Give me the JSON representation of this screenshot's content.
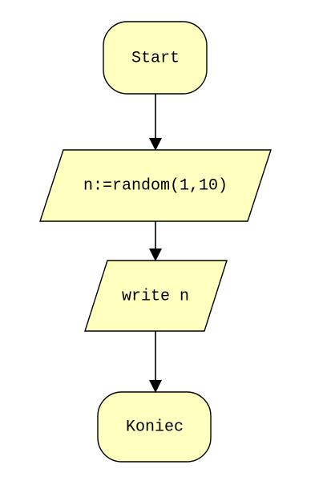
{
  "flowchart": {
    "colors": {
      "node_fill": "#ffffc0",
      "stroke": "#000000",
      "text": "#000000",
      "background": "#ffffff"
    },
    "nodes": [
      {
        "id": "start",
        "shape": "terminator",
        "label": "Start"
      },
      {
        "id": "assign",
        "shape": "input-output",
        "label": "n:=random(1,10)"
      },
      {
        "id": "output",
        "shape": "input-output",
        "label": "write n"
      },
      {
        "id": "end",
        "shape": "terminator",
        "label": "Koniec"
      }
    ],
    "edges": [
      {
        "from": "start",
        "to": "assign"
      },
      {
        "from": "assign",
        "to": "output"
      },
      {
        "from": "output",
        "to": "end"
      }
    ]
  }
}
